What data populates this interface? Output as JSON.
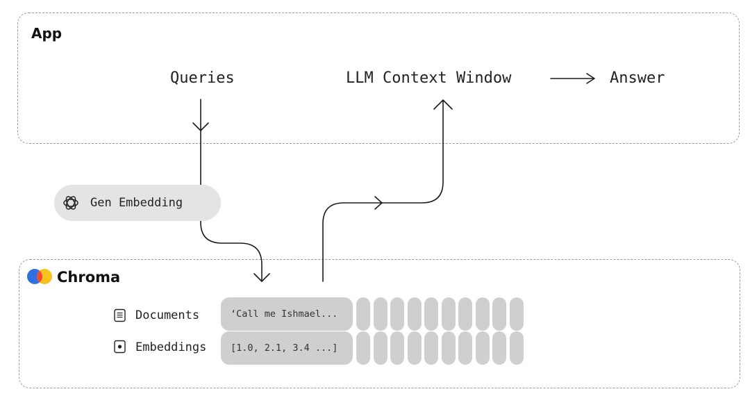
{
  "app": {
    "title": "App"
  },
  "flow": {
    "queries": "Queries",
    "context_window": "LLM Context Window",
    "answer": "Answer"
  },
  "embedding_step": {
    "label": "Gen Embedding",
    "icon": "openai-icon"
  },
  "chroma": {
    "title": "Chroma",
    "logo": "chroma-logo",
    "logo_colors": [
      "#2f6fe0",
      "#f04a3a",
      "#f6c21b"
    ],
    "rows": {
      "documents": {
        "label": "Documents",
        "icon": "document-icon",
        "sample": "‘Call me Ishmael..."
      },
      "embeddings": {
        "label": "Embeddings",
        "icon": "embedding-icon",
        "sample": "[1.0, 2.1, 3.4 ...]"
      }
    },
    "extra_columns": 10
  },
  "colors": {
    "cell_fill": "#cfcfcf",
    "pill_fill": "#e4e4e4",
    "box_border": "#9a9a9a",
    "line": "#1a1a1a"
  }
}
